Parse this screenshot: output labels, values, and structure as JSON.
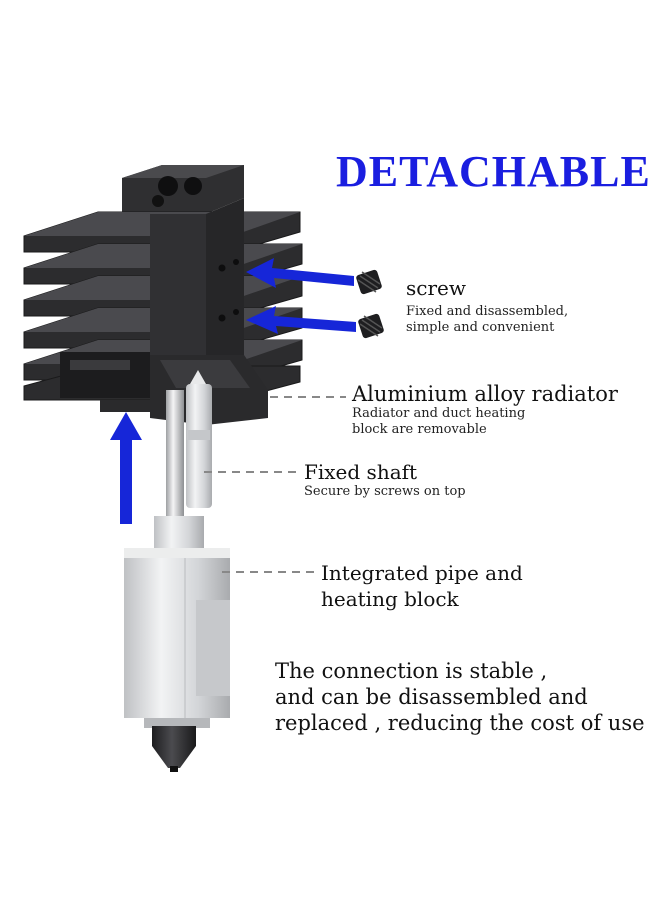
{
  "title": "DETACHABLE",
  "labels": {
    "screw": {
      "heading": "screw",
      "lines": [
        "Fixed and disassembled,",
        "simple and convenient"
      ]
    },
    "radiator": {
      "heading": "Aluminium alloy radiator",
      "lines": [
        "Radiator and duct heating",
        "block are removable"
      ]
    },
    "shaft": {
      "heading": "Fixed shaft",
      "lines": [
        "Secure by screws on top"
      ]
    },
    "block": {
      "lines": [
        "Integrated pipe and",
        "heating block"
      ]
    }
  },
  "summary": {
    "lines": [
      "The connection is stable ,",
      "and can be disassembled and",
      "replaced , reducing the cost of use"
    ]
  },
  "colors": {
    "title": "#1a1ee0",
    "arrow": "#1626d8",
    "heatsink": "#2b2b2d",
    "metal": "#d9dadc"
  }
}
